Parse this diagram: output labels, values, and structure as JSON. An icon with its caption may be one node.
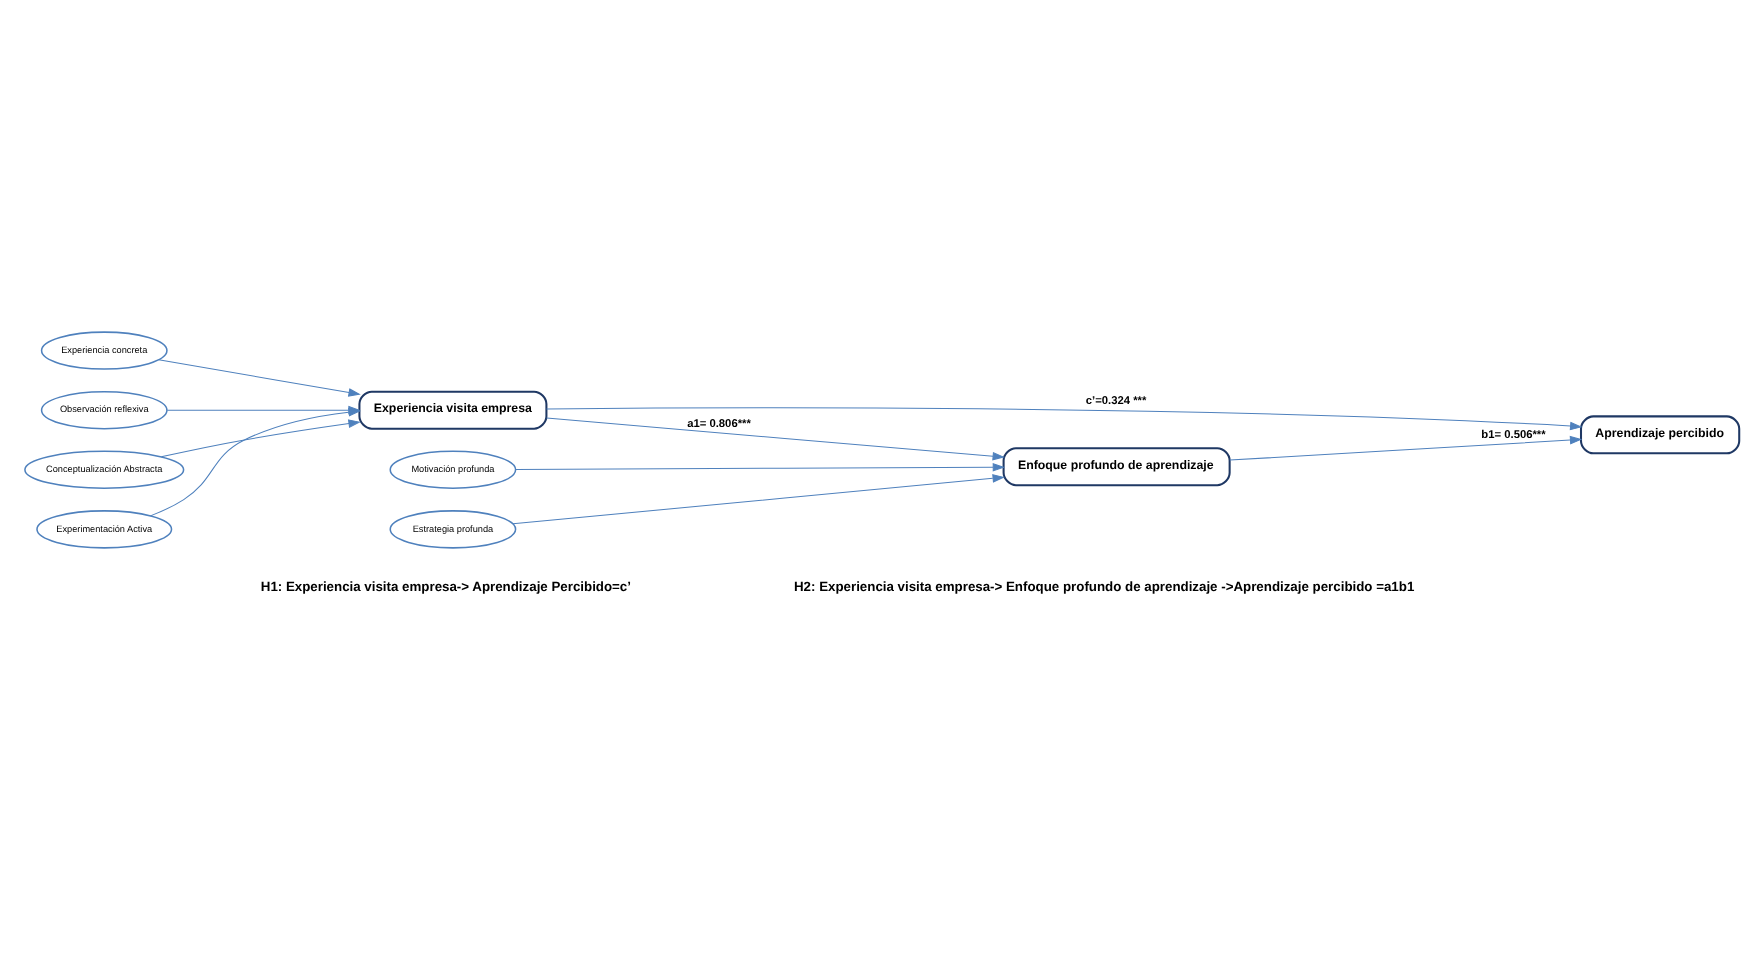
{
  "diagram": {
    "nodes": [
      {
        "text": [
          "Motivación profunda"
        ]
      },
      {
        "text": [
          "Estrategia profunda"
        ]
      },
      {
        "text": [
          "Experiencia concreta"
        ]
      },
      {
        "text": [
          "Observación reflexiva"
        ]
      },
      {
        "text": [
          "Conceptualización Abstracta"
        ]
      },
      {
        "text": [
          "Experimentación Activa"
        ]
      },
      {
        "text": [
          "Enfoque profundo de aprendizaje"
        ]
      },
      {
        "text": [
          "Experiencia visita empresa"
        ]
      },
      {
        "text": [
          "Aprendizaje percibido"
        ]
      }
    ],
    "edges": [
      {
        "from": 0,
        "to": 6,
        "arrow": "to"
      },
      {
        "from": 1,
        "to": 6,
        "arrow": "to"
      },
      {
        "from": 2,
        "to": 7,
        "arrow": "to"
      },
      {
        "from": 3,
        "to": 7,
        "arrow": "to"
      },
      {
        "from": 4,
        "to": 7,
        "arrow": "to"
      },
      {
        "from": 5,
        "to": 7,
        "arrow": "to"
      },
      {
        "from": 7,
        "to": 6,
        "arrow": "to",
        "label": "a1= 0.806***"
      },
      {
        "from": 6,
        "to": 8,
        "arrow": "to",
        "label": "b1= 0.506***"
      },
      {
        "from": 7,
        "to": 8,
        "arrow": "to",
        "label": "c’=0.324 ***"
      }
    ],
    "labels": [
      "H1: Experiencia visita empresa-> Aprendizaje Percibido=c’",
      "H2: Experiencia visita empresa-> Enfoque profundo de aprendizaje ->Aprendizaje percibido =a1b1"
    ]
  }
}
